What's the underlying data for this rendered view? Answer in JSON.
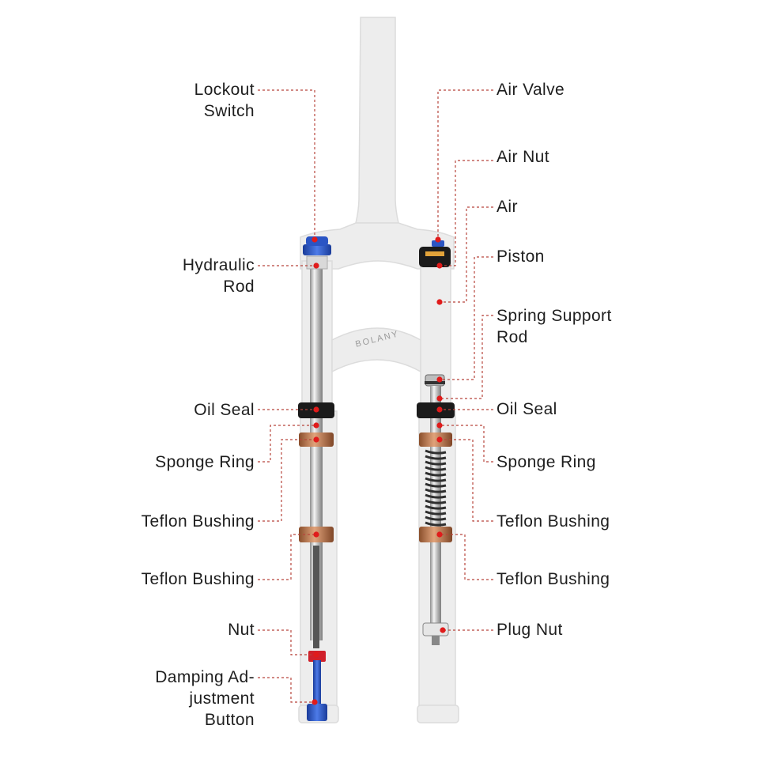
{
  "diagram": {
    "labels_left": [
      {
        "key": "lockout",
        "lines": [
          "Lockout",
          "Switch"
        ]
      },
      {
        "key": "hydraulic_rod",
        "lines": [
          "Hydraulic",
          "Rod"
        ]
      },
      {
        "key": "oil_seal_l",
        "lines": [
          "Oil Seal"
        ]
      },
      {
        "key": "sponge_ring_l",
        "lines": [
          "Sponge Ring"
        ]
      },
      {
        "key": "teflon1_l",
        "lines": [
          "Teflon Bushing"
        ]
      },
      {
        "key": "teflon2_l",
        "lines": [
          "Teflon Bushing"
        ]
      },
      {
        "key": "nut",
        "lines": [
          "Nut"
        ]
      },
      {
        "key": "damping",
        "lines": [
          "Damping Ad-",
          "justment",
          "Button"
        ]
      }
    ],
    "labels_right": [
      {
        "key": "air_valve",
        "lines": [
          "Air Valve"
        ]
      },
      {
        "key": "air_nut",
        "lines": [
          "Air Nut"
        ]
      },
      {
        "key": "air",
        "lines": [
          "Air"
        ]
      },
      {
        "key": "piston",
        "lines": [
          "Piston"
        ]
      },
      {
        "key": "spring_support",
        "lines": [
          "Spring Support",
          "Rod"
        ]
      },
      {
        "key": "oil_seal_r",
        "lines": [
          "Oil Seal"
        ]
      },
      {
        "key": "sponge_ring_r",
        "lines": [
          "Sponge Ring"
        ]
      },
      {
        "key": "teflon1_r",
        "lines": [
          "Teflon Bushing"
        ]
      },
      {
        "key": "teflon2_r",
        "lines": [
          "Teflon Bushing"
        ]
      },
      {
        "key": "plug_nut",
        "lines": [
          "Plug Nut"
        ]
      }
    ],
    "brand_text": "BOLANY",
    "colors": {
      "leader": "#b8453c",
      "dot": "#e01b1b",
      "label_text": "#1e1e1e",
      "fork_body": "#ececec",
      "fork_edge": "#d9d9d9",
      "chrome": "#c9c9c9",
      "bushing": "#c07a4a",
      "seal": "#1b1b1b",
      "anodized_blue": "#2b55c4",
      "anodized_red": "#d0202a",
      "spring": "#333333"
    }
  }
}
